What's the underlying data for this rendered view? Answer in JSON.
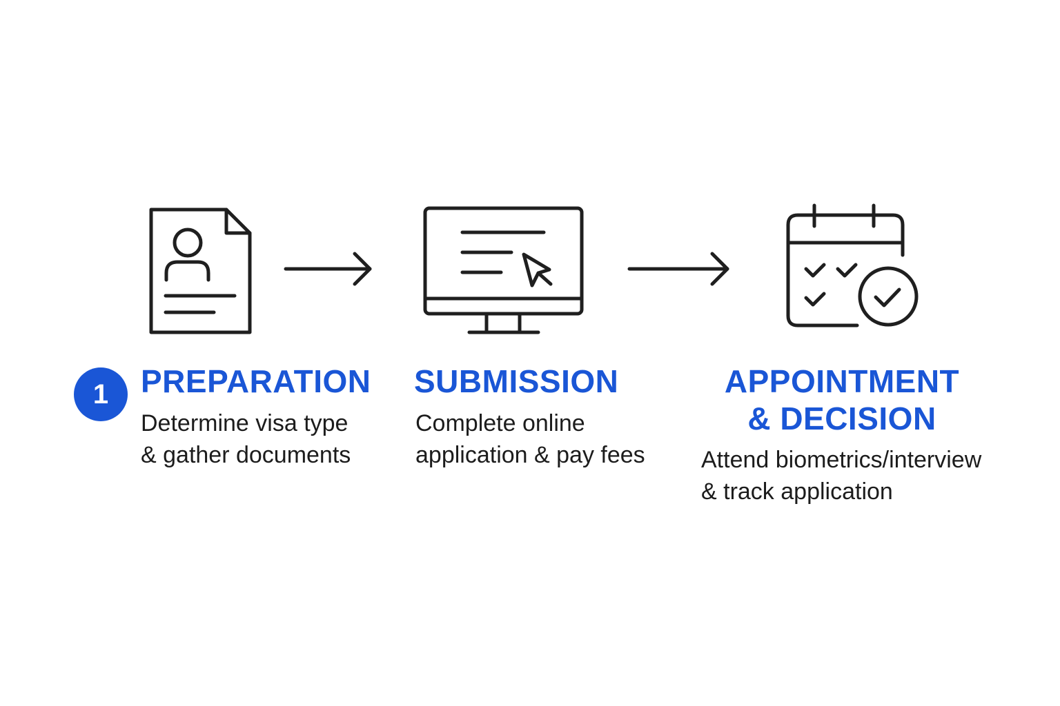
{
  "colors": {
    "accent": "#1a56d6",
    "ink": "#1f1f1f"
  },
  "steps": [
    {
      "number": "1",
      "icon": "document-profile-icon",
      "title_lines": [
        "PREPARATION"
      ],
      "description_lines": [
        "Determine visa type",
        "& gather documents"
      ]
    },
    {
      "icon": "monitor-cursor-icon",
      "title_lines": [
        "SUBMISSION"
      ],
      "description_lines": [
        "Complete online",
        "application & pay fees"
      ]
    },
    {
      "icon": "calendar-check-icon",
      "title_lines": [
        "APPOINTMENT",
        "& DECISION"
      ],
      "description_lines": [
        "Attend biometrics/interview",
        "& track application"
      ]
    }
  ],
  "connectors": [
    "arrow-right-icon",
    "arrow-right-icon"
  ]
}
